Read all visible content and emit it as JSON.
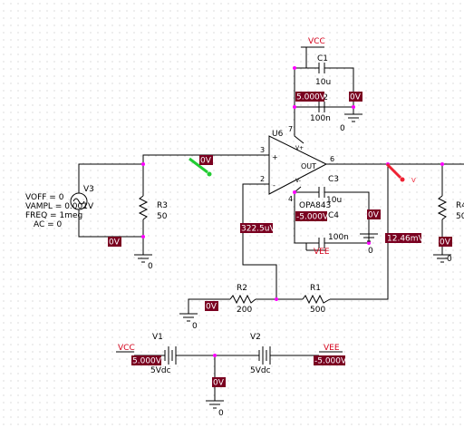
{
  "colors": {
    "probe_bg": "#7a0020",
    "net_label": "#d4001a",
    "marker_green": "#22cc33",
    "marker_red": "#ee2233"
  },
  "opamp": {
    "ref": "U6",
    "part": "OPA843",
    "out_label": "OUT",
    "pin_noninv": "3",
    "pin_inv": "2",
    "pin_out": "6",
    "pin_vplus": "7",
    "pin_vminus": "4",
    "sym_plus": "+",
    "sym_minus": "-",
    "sym_vp": "V+",
    "sym_vm": "V-"
  },
  "source": {
    "ref": "V3",
    "voff": "VOFF = 0",
    "vampl": "VAMPL = 0.001V",
    "freq": "FREQ = 1meg",
    "ac": "AC = 0"
  },
  "resistors": {
    "r3": {
      "ref": "R3",
      "value": "50"
    },
    "r2": {
      "ref": "R2",
      "value": "200"
    },
    "r1": {
      "ref": "R1",
      "value": "500"
    },
    "r4": {
      "ref": "R4",
      "value": "50"
    }
  },
  "capacitors": {
    "c1": {
      "ref": "C1",
      "value": "10u"
    },
    "c2": {
      "ref": "C2",
      "value": "100n"
    },
    "c3": {
      "ref": "C3",
      "value": "10u"
    },
    "c4": {
      "ref": "C4",
      "value": "100n"
    }
  },
  "supplies": {
    "v1": {
      "ref": "V1",
      "value": "5Vdc"
    },
    "v2": {
      "ref": "V2",
      "value": "5Vdc"
    },
    "vcc_label": "VCC",
    "vee_label": "VEE"
  },
  "grounds": {
    "zero": "0"
  },
  "probes": {
    "p_c2": "5.000V",
    "p_c1gnd": "0V",
    "p_ninv": "0V",
    "p_src": "0V",
    "p_inv": "322.5uV",
    "p_c4": "-5.000V",
    "p_c3gnd": "0V",
    "p_out": "12.46mV",
    "p_r4": "0V",
    "p_r2": "0V",
    "p_vcc": "5.000V",
    "p_vee": "-5.000V",
    "p_mid": "0V"
  },
  "markers": {
    "v_marker": "V"
  }
}
